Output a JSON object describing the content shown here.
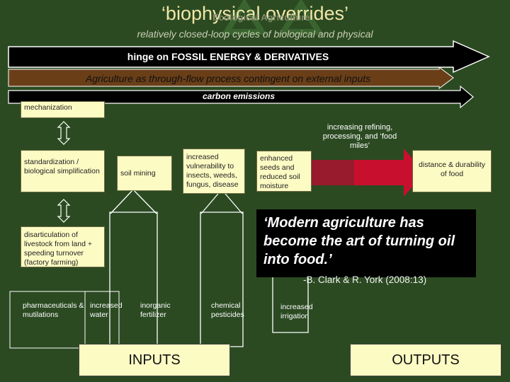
{
  "title": "‘biophysical overrides’",
  "ghost_text": "Ecological Agriculture",
  "subtitle": "relatively closed-loop cycles of biological and physical",
  "banners": {
    "fossil": "hinge on FOSSIL ENERGY & DERIVATIVES",
    "agriculture": "Agriculture as through-flow process contingent on external inputs",
    "carbon": "carbon emissions"
  },
  "boxes": {
    "mechanization": "mechanization",
    "standardization": "standardization / biological simplification",
    "soil_mining": "soil mining",
    "vulnerability": "increased vulnerability to insects, weeds, fungus, disease",
    "enhanced_seeds": "enhanced seeds and reduced soil moisture",
    "distance": "distance & durability of food",
    "disarticulation": "disarticulation of livestock from land + speeding turnover (factory farming)"
  },
  "refining_label": "increasing refining, processing, and ‘food miles’",
  "quote": "‘Modern agriculture has become the art of  turning oil into food.’",
  "citation": "-B. Clark & R. York (2008:13)",
  "inputs_row": {
    "pharma": "pharmaceuticals & mutilations",
    "water": "increased water",
    "fertilizer": "inorganic fertilizer",
    "pesticides": "chemical pesticides",
    "irrigation": "increased irrigation"
  },
  "inputs_label": "INPUTS",
  "outputs_label": "OUTPUTS",
  "colors": {
    "background": "#2b4a22",
    "box_fill": "#fdfbc4",
    "banner_dark": "#000000",
    "banner_brown": "#6a3f18",
    "title": "#f2e6a8",
    "arrow_red": "#c8102e"
  }
}
